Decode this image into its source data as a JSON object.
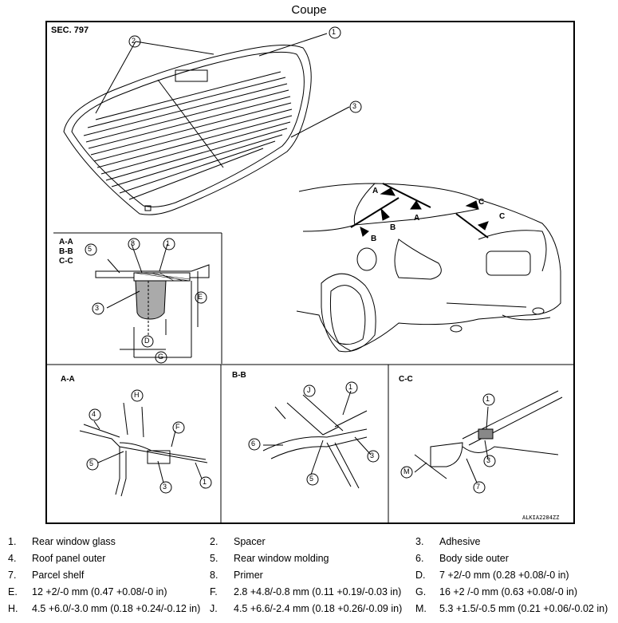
{
  "title": "Coupe",
  "section": "SEC. 797",
  "diagram_code": "ALKIA2284ZZ",
  "section_labels": {
    "combined": [
      "A-A",
      "B-B",
      "C-C"
    ],
    "aa": "A-A",
    "bb": "B-B",
    "cc": "C-C"
  },
  "callouts": {
    "c1": "1",
    "c2": "2",
    "c3": "3",
    "c4": "4",
    "c5": "5",
    "c6": "6",
    "c7": "7",
    "c8": "8",
    "D": "D",
    "E": "E",
    "F": "F",
    "G": "G",
    "H": "H",
    "J": "J",
    "M": "M",
    "A": "A",
    "B": "B",
    "C": "C"
  },
  "legend": [
    {
      "num": "1.",
      "text": "Rear window glass"
    },
    {
      "num": "2.",
      "text": "Spacer"
    },
    {
      "num": "3.",
      "text": "Adhesive"
    },
    {
      "num": "4.",
      "text": "Roof panel outer"
    },
    {
      "num": "5.",
      "text": "Rear window molding"
    },
    {
      "num": "6.",
      "text": "Body side outer"
    },
    {
      "num": "7.",
      "text": "Parcel shelf"
    },
    {
      "num": "8.",
      "text": "Primer"
    },
    {
      "num": "D.",
      "text": "7 +2/-0 mm (0.28 +0.08/-0 in)"
    },
    {
      "num": "E.",
      "text": "12 +2/-0 mm (0.47 +0.08/-0 in)"
    },
    {
      "num": "F.",
      "text": "2.8 +4.8/-0.8 mm (0.11 +0.19/-0.03 in)"
    },
    {
      "num": "G.",
      "text": "16 +2 /-0 mm (0.63 +0.08/-0 in)"
    },
    {
      "num": "H.",
      "text": "4.5 +6.0/-3.0 mm (0.18 +0.24/-0.12 in)"
    },
    {
      "num": "J.",
      "text": "4.5 +6.6/-2.4 mm (0.18 +0.26/-0.09 in)"
    },
    {
      "num": "M.",
      "text": "5.3 +1.5/-0.5 mm (0.21 +0.06/-0.02 in)"
    }
  ]
}
